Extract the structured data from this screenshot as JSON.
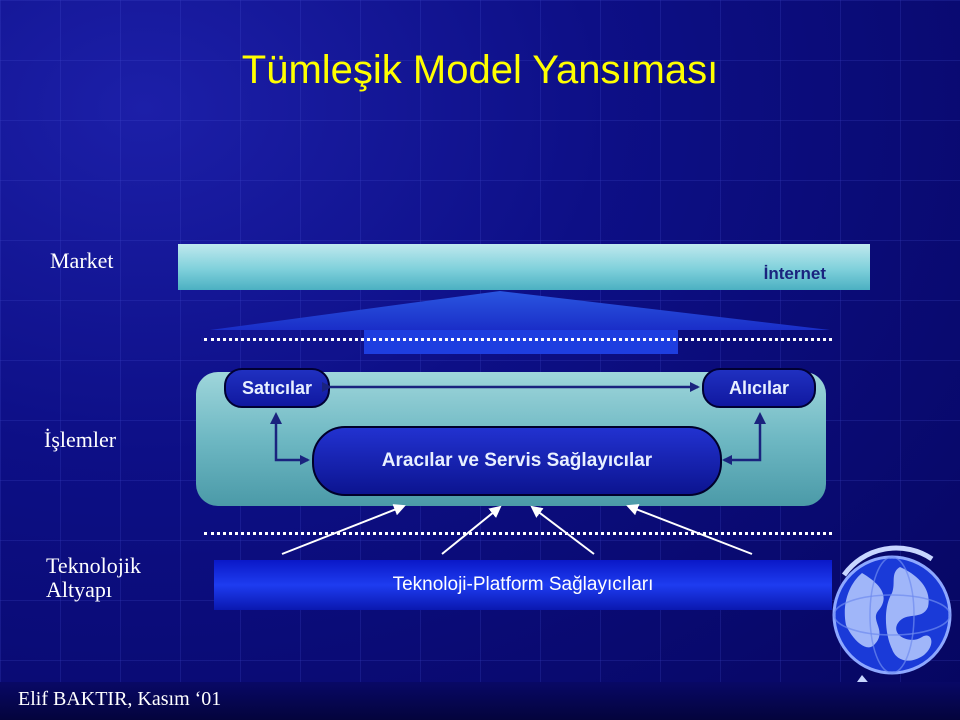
{
  "slide": {
    "title": "Tümleşik Model Yansıması",
    "footer": "Elif BAKTIR, Kasım ‘01"
  },
  "rows": {
    "market": "Market",
    "processes": "İşlemler",
    "technology_line1": "Teknolojik",
    "technology_line2": "Altyapı"
  },
  "nodes": {
    "internet": "İnternet",
    "sellers": "Satıcılar",
    "buyers": "Alıcılar",
    "intermediaries": "Aracılar ve Servis Sağlayıcılar",
    "tech_platform": "Teknoloji-Platform Sağlayıcıları"
  },
  "colors": {
    "title": "#ffff00",
    "background": "#0a0a6e",
    "panel": "#7fc4cd",
    "pill": "#1a28b8",
    "tech_bar": "#1e3cf0"
  },
  "icons": {
    "globe": "globe-icon"
  }
}
